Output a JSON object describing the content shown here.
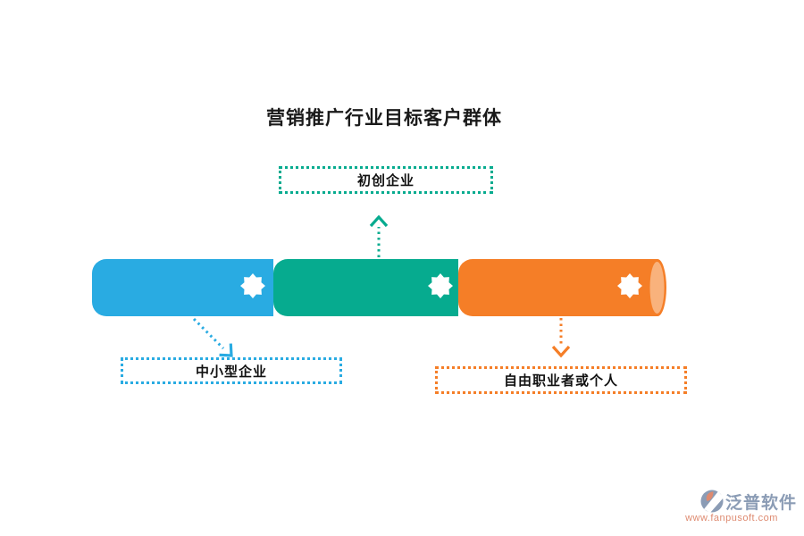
{
  "title": "营销推广行业目标客户群体",
  "segments": [
    {
      "label": "中小型企业",
      "color": "#29abe2",
      "callout_position": "bottom-left",
      "marker_icon": "eight-point-star-icon"
    },
    {
      "label": "初创企业",
      "color": "#06ab8f",
      "callout_position": "top",
      "marker_icon": "eight-point-star-icon"
    },
    {
      "label": "自由职业者或个人",
      "color": "#f57e27",
      "callout_position": "bottom-right",
      "marker_icon": "eight-point-star-icon"
    }
  ],
  "colors": {
    "blue": "#29abe2",
    "green": "#06ab8f",
    "orange": "#f57e27",
    "orange_cap": "#f9b27c",
    "title_text": "#1a1a1a",
    "label_text": "#111111",
    "logo_text": "#8b9cb5",
    "logo_url": "#de8a70",
    "background": "#ffffff"
  },
  "watermark": {
    "brand": "泛普软件",
    "url": "www.fanpusoft.com",
    "icon": "fanpusoft-logo-icon"
  }
}
